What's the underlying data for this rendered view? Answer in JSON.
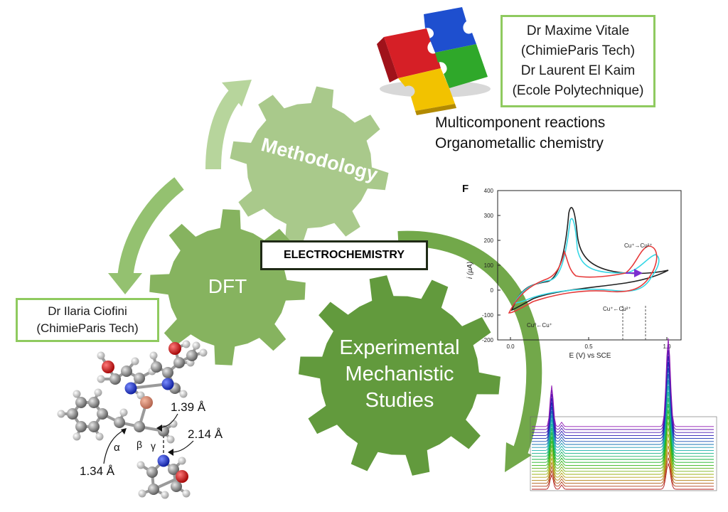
{
  "gears": {
    "methodology": "Methodology",
    "dft": "DFT",
    "experimental": [
      "Experimental",
      "Mechanistic",
      "Studies"
    ]
  },
  "center_label": "ELECTROCHEMISTRY",
  "collaborators": {
    "vitale": {
      "lines": [
        "Dr Maxime Vitale",
        "(ChimieParis Tech)",
        "Dr Laurent El Kaim",
        "(Ecole Polytechnique)"
      ]
    },
    "ciofini": {
      "lines": [
        "Dr Ilaria Ciofini",
        "(ChimieParis Tech)"
      ]
    }
  },
  "topics": [
    "Multicomponent reactions",
    "Organometallic chemistry"
  ],
  "cv_plot": {
    "panel_label": "F",
    "ylabel": "i (µA)",
    "xlabel": "E (V) vs SCE",
    "y_ticks": [
      "400",
      "300",
      "200",
      "100",
      "0",
      "-100",
      "-200"
    ],
    "x_ticks": [
      "0.0",
      "0.5",
      "1.0"
    ],
    "annotations": {
      "cu_ox": "Cu⁺→Cu²⁺",
      "cu_red": "Cu⁺←Cu²⁺",
      "cu_low": "Cu⁰←Cu⁺"
    }
  },
  "molecule": {
    "bond_labels": [
      "1.39 Å",
      "2.14 Å",
      "1.34 Å"
    ],
    "greek": [
      "α",
      "β",
      "γ"
    ]
  },
  "colors": {
    "gear_light": "#a9c98b",
    "gear_mid": "#86b35f",
    "gear_dark": "#629a3d",
    "arrow": "#8cbf66",
    "box_border": "#8fca5f"
  }
}
